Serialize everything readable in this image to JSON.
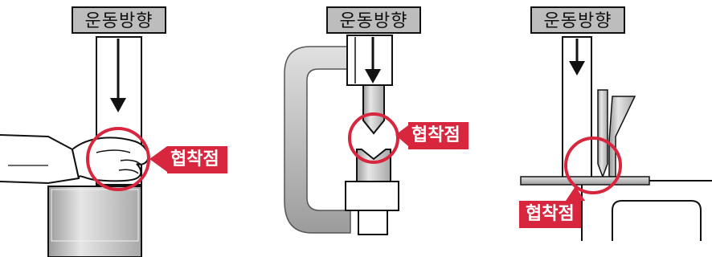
{
  "colors": {
    "accent_red": "#d7263d",
    "label_gray": "#bdbdbd",
    "metal_gray": "#c8c8c8",
    "outline": "#111111"
  },
  "panels": [
    {
      "direction_label": "운동방향",
      "pinch_label": "협착점",
      "scene": "hand-pinch-between-moving-bar-and-fixed-part"
    },
    {
      "direction_label": "운동방향",
      "pinch_label": "협착점",
      "scene": "press-punch-and-die-pinch"
    },
    {
      "direction_label": "운동방향",
      "pinch_label": "협착점",
      "scene": "blade-and-guide-pinch"
    }
  ]
}
